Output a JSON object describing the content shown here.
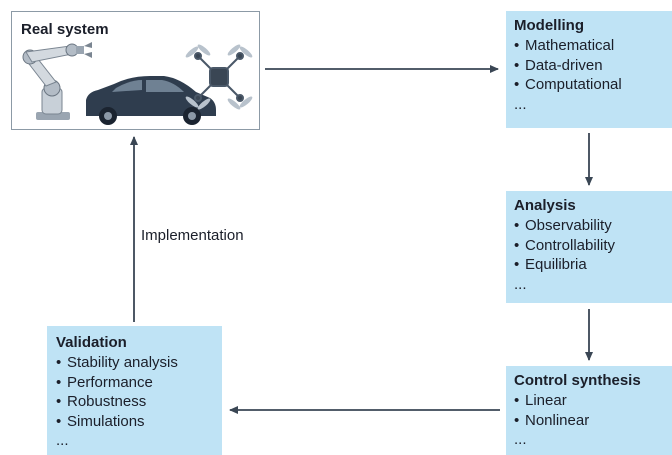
{
  "real_system": {
    "title": "Real system",
    "illustrations": [
      "robot-arm-icon",
      "car-icon",
      "drone-icon"
    ]
  },
  "modelling": {
    "title": "Modelling",
    "items": [
      "Mathematical",
      "Data-driven",
      "Computational",
      "..."
    ]
  },
  "analysis": {
    "title": "Analysis",
    "items": [
      "Observability",
      "Controllability",
      "Equilibria",
      "..."
    ]
  },
  "control_synthesis": {
    "title": "Control synthesis",
    "items": [
      "Linear",
      "Nonlinear",
      "..."
    ]
  },
  "validation": {
    "title": "Validation",
    "items": [
      "Stability analysis",
      "Performance",
      "Robustness",
      "Simulations",
      "..."
    ]
  },
  "arrow_label": "Implementation",
  "colors": {
    "box_fill": "#bfe3f5",
    "arrow": "#3a4654",
    "border": "#8c9aa6",
    "vehicle": "#2f3d4e"
  }
}
